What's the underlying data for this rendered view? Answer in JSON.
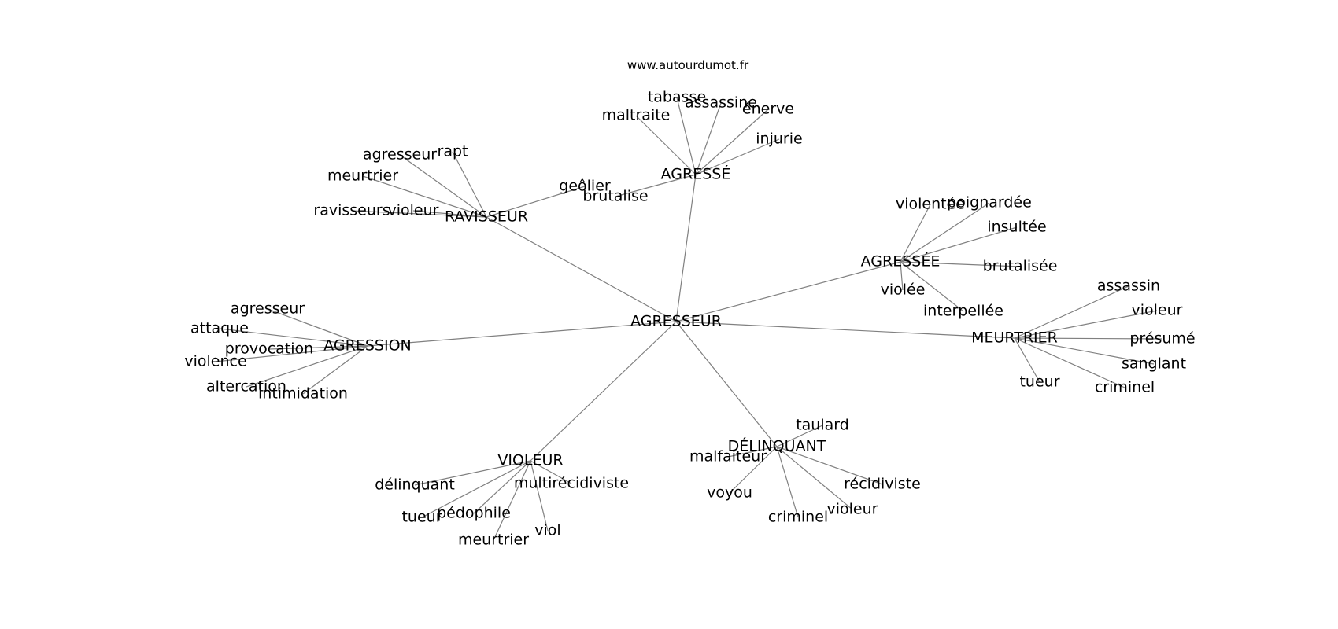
{
  "source": "www.autourdumot.fr",
  "graph": {
    "root": "AGRESSEUR",
    "clusters": [
      {
        "id": "agresse",
        "label": "AGRESSÉ",
        "words": [
          "tabasse",
          "assassine",
          "énerve",
          "maltraite",
          "injurie",
          "brutalise"
        ]
      },
      {
        "id": "ravisseur",
        "label": "RAVISSEUR",
        "words": [
          "agresseur",
          "rapt",
          "meurtrier",
          "ravisseurs",
          "violeur",
          "geôlier"
        ]
      },
      {
        "id": "agressee",
        "label": "AGRESSÉE",
        "words": [
          "violentée",
          "poignardée",
          "insultée",
          "brutalisée",
          "violée",
          "interpellée"
        ]
      },
      {
        "id": "agression",
        "label": "AGRESSION",
        "words": [
          "agresseur",
          "attaque",
          "provocation",
          "violence",
          "altercation",
          "intimidation"
        ]
      },
      {
        "id": "meurtrier",
        "label": "MEURTRIER",
        "words": [
          "assassin",
          "violeur",
          "présumé",
          "sanglant",
          "tueur",
          "criminel"
        ]
      },
      {
        "id": "delinquant",
        "label": "DÉLINQUANT",
        "words": [
          "taulard",
          "malfaiteur",
          "récidiviste",
          "violeur",
          "voyou",
          "criminel"
        ]
      },
      {
        "id": "violeur",
        "label": "VIOLEUR",
        "words": [
          "délinquant",
          "multirécidiviste",
          "pédophile",
          "tueur",
          "viol",
          "meurtrier"
        ]
      }
    ]
  }
}
